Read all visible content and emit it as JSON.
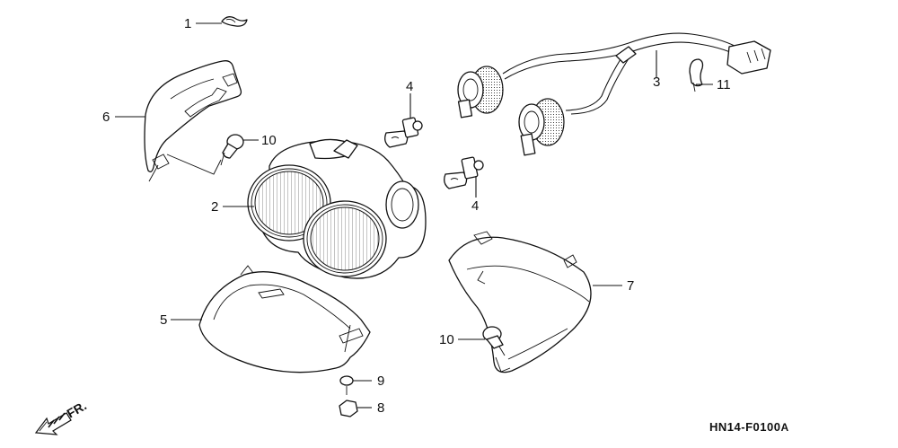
{
  "diagram": {
    "callouts": [
      {
        "id": "c1",
        "label": "1"
      },
      {
        "id": "c2",
        "label": "2"
      },
      {
        "id": "c3",
        "label": "3"
      },
      {
        "id": "c4a",
        "label": "4"
      },
      {
        "id": "c4b",
        "label": "4"
      },
      {
        "id": "c5",
        "label": "5"
      },
      {
        "id": "c6",
        "label": "6"
      },
      {
        "id": "c7",
        "label": "7"
      },
      {
        "id": "c8",
        "label": "8"
      },
      {
        "id": "c9",
        "label": "9"
      },
      {
        "id": "c10a",
        "label": "10"
      },
      {
        "id": "c10b",
        "label": "10"
      },
      {
        "id": "c11",
        "label": "11"
      }
    ],
    "direction_label": "FR.",
    "diagram_code": "HN14-F0100",
    "diagram_code_suffix": "A"
  }
}
